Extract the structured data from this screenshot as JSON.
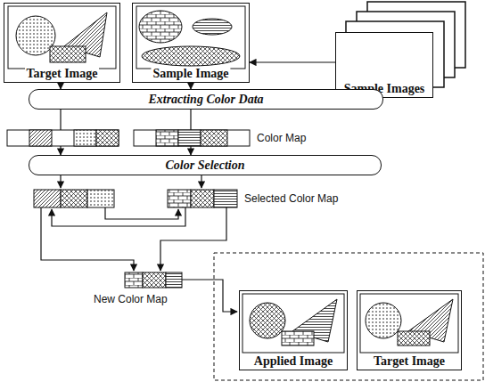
{
  "diagram": {
    "nodes": [
      {
        "text": [
          "Target Image"
        ]
      },
      {
        "text": [
          "Sample Image"
        ]
      },
      {
        "text": [
          "Sample Images"
        ]
      },
      {
        "text": [
          "Extracting Color Data"
        ]
      },
      {
        "text": [
          "Color Selection"
        ]
      },
      {
        "text": [
          "Applied Image"
        ]
      },
      {
        "text": [
          "Target Image"
        ]
      }
    ],
    "edges": [
      {
        "from": 2,
        "to": 1,
        "arrow": "to"
      },
      {
        "from": 0,
        "to": 3,
        "arrow": "to"
      },
      {
        "from": 1,
        "to": 3,
        "arrow": "to"
      },
      {
        "from": 3,
        "to": 4,
        "arrow": "to"
      },
      {
        "from": 3,
        "to": 4,
        "arrow": "to"
      }
    ],
    "labels": [
      "Color Map",
      "Selected Color Map",
      "New Color Map"
    ]
  }
}
